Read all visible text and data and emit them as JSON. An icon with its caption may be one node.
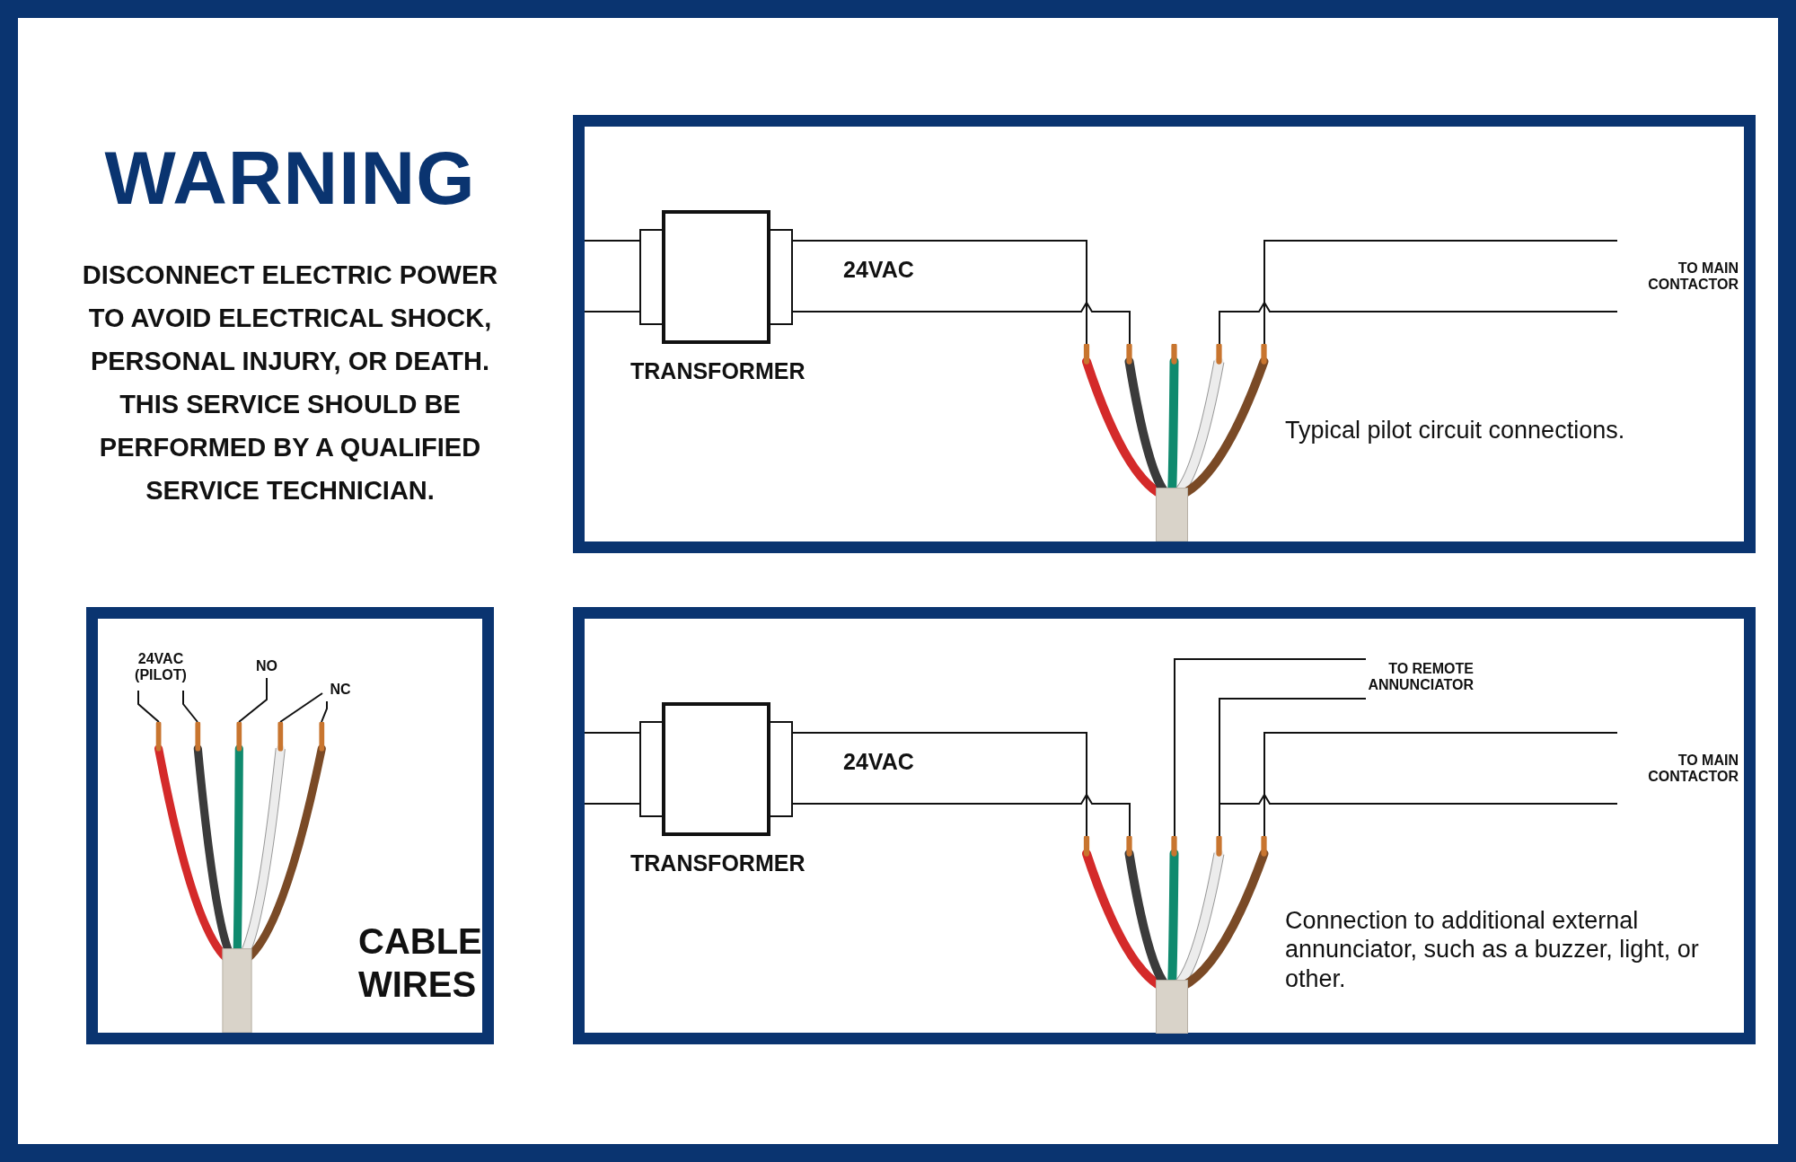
{
  "diagram": {
    "title": "WARNING",
    "nodes": [
      {
        "text": [
          "Typical pilot circuit connections."
        ]
      },
      {
        "text": [
          "TRANSFORMER"
        ],
        "in": 0
      },
      {
        "text": [],
        "shape": "picture",
        "in": 0
      },
      {
        "text": [
          "TO MAIN CONTACTOR"
        ],
        "in": 0
      },
      {
        "text": [
          "Connection to additional external annunciator, such as a buzzer, light, or other."
        ]
      },
      {
        "text": [
          "TRANSFORMER"
        ],
        "in": 4
      },
      {
        "text": [],
        "shape": "picture",
        "in": 4
      },
      {
        "text": [
          "TO MAIN CONTACTOR"
        ],
        "in": 4
      },
      {
        "text": [
          "TO REMOTE ANNUNCIATOR"
        ],
        "in": 4
      },
      {
        "text": [
          "CABLE WIRES"
        ]
      },
      {
        "text": [],
        "shape": "picture",
        "in": 9
      },
      {
        "text": [
          "24VAC (PILOT)"
        ],
        "in": 9
      },
      {
        "text": [
          "NO"
        ],
        "in": 9
      },
      {
        "text": [
          "NC"
        ],
        "in": 9
      }
    ],
    "edges": [
      {
        "from": null,
        "to": 1,
        "arrow": "none"
      },
      {
        "from": null,
        "to": 1,
        "arrow": "none"
      },
      {
        "from": 1,
        "to": 2,
        "arrow": "none",
        "label": "24VAC"
      },
      {
        "from": 1,
        "to": 2,
        "arrow": "none"
      },
      {
        "from": 2,
        "to": 3,
        "arrow": "none"
      },
      {
        "from": 2,
        "to": 3,
        "arrow": "none"
      },
      {
        "from": null,
        "to": 5,
        "arrow": "none"
      },
      {
        "from": null,
        "to": 5,
        "arrow": "none"
      },
      {
        "from": 5,
        "to": 6,
        "arrow": "none",
        "label": "24VAC"
      },
      {
        "from": 5,
        "to": 6,
        "arrow": "none"
      },
      {
        "from": 6,
        "to": 7,
        "arrow": "none"
      },
      {
        "from": 6,
        "to": 7,
        "arrow": "none"
      },
      {
        "from": 6,
        "to": 8,
        "arrow": "none"
      },
      {
        "from": 6,
        "to": 8,
        "arrow": "none"
      },
      {
        "from": 11,
        "to": 10,
        "arrow": "none"
      },
      {
        "from": 11,
        "to": 10,
        "arrow": "none"
      },
      {
        "from": 12,
        "to": 10,
        "arrow": "none"
      },
      {
        "from": 13,
        "to": 10,
        "arrow": "none"
      },
      {
        "from": 13,
        "to": 10,
        "arrow": "none"
      }
    ],
    "labels": [
      "DISCONNECT ELECTRIC POWER TO AVOID ELECTRICAL SHOCK, PERSONAL INJURY, OR DEATH. THIS SERVICE SHOULD BE PERFORMED BY A QUALIFIED SERVICE TECHNICIAN."
    ]
  }
}
